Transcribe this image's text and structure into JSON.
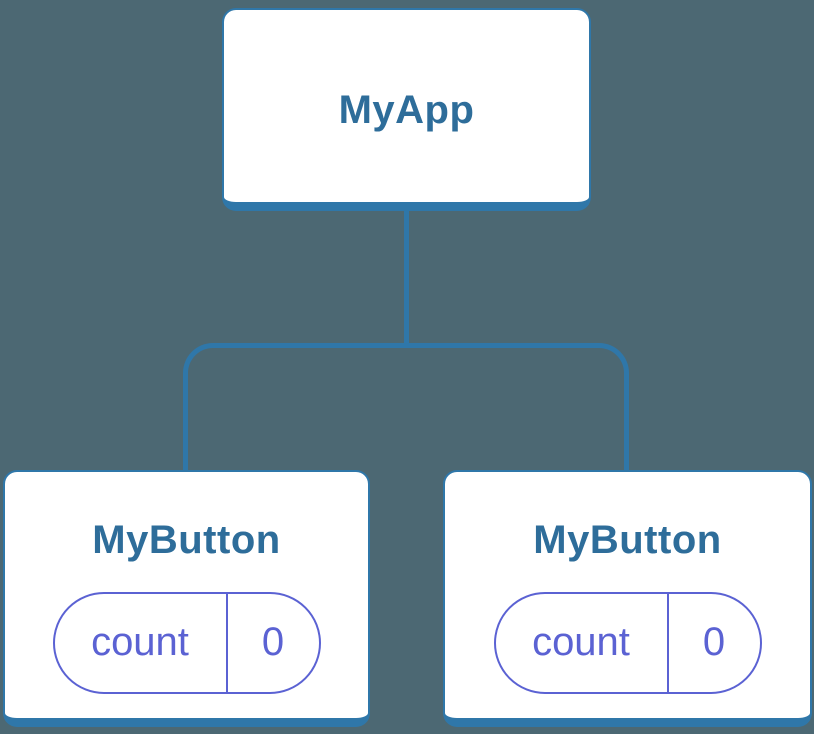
{
  "diagram": {
    "root": {
      "label": "MyApp"
    },
    "children": [
      {
        "label": "MyButton",
        "state": {
          "key": "count",
          "value": "0"
        }
      },
      {
        "label": "MyButton",
        "state": {
          "key": "count",
          "value": "0"
        }
      }
    ]
  },
  "colors": {
    "background": "#4c6873",
    "connector": "#2f77a9",
    "node_border": "#2f77a9",
    "node_label": "#2e6d9a",
    "state_accent": "#5b62d3",
    "node_fill": "#ffffff"
  }
}
